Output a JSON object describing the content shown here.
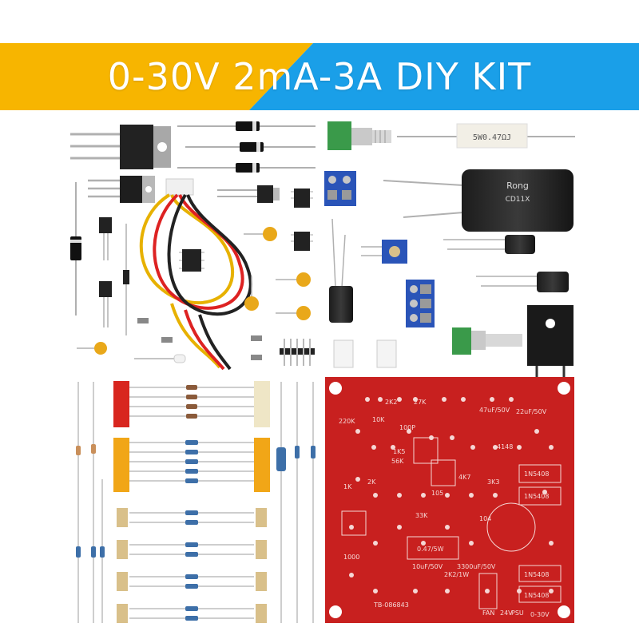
{
  "banner": {
    "title": "0-30V 2mA-3A DIY KIT",
    "color_left": "#f7b500",
    "color_right": "#1a9fe8"
  },
  "parts": {
    "power_resistor_label": "5W0.47ΩJ",
    "capacitor_brand": "Rong",
    "capacitor_series": "CD11X",
    "pcb_color": "#c8201f",
    "pcb_labels": {
      "diode_a": "1N5408",
      "diode_b": "1N5408",
      "diode_c": "1N5408",
      "diode_d": "1N5408",
      "res_047": "0.47/5W",
      "cap_3300": "3300uF/50V",
      "out_label": "0-30V",
      "fan_label": "FAN",
      "v24_label": "24V",
      "psu_label": "PSU",
      "cap_100p": "100P",
      "res_10k": "10K",
      "res_2k2": "2K2",
      "res_56k": "56K",
      "res_1k": "1K",
      "res_2k": "2K",
      "res_4k7": "4K7",
      "res_27k": "27K",
      "res_33k": "33K",
      "res_220k": "220K",
      "res_3k3": "3K3",
      "res_1k5": "1K5",
      "res_2k2_1w": "2K2/1W",
      "cap_10uf": "10uF/50V",
      "cap_47uf": "47uF/50V",
      "board_id": "TB-086843",
      "cap_22uf": "22uF/50V",
      "cap_104": "104",
      "cap_105": "105",
      "cap_4148": "4148",
      "cap_1000": "1000"
    }
  }
}
